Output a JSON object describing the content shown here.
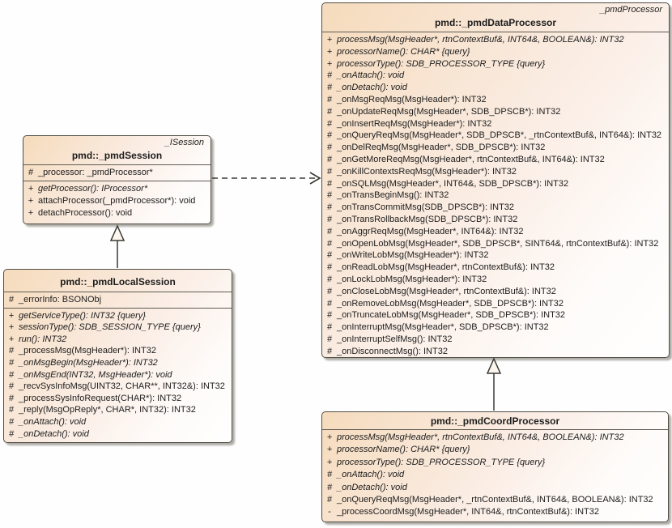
{
  "classes": {
    "dataProcessor": {
      "parent_label": "_pmdProcessor",
      "title": "pmd::_pmdDataProcessor",
      "attributes": [],
      "operations": [
        {
          "vis": "+",
          "text": "processMsg(MsgHeader*, rtnContextBuf&, INT64&, BOOLEAN&): INT32",
          "italic": true
        },
        {
          "vis": "+",
          "text": "processorName(): CHAR* {query}",
          "italic": true
        },
        {
          "vis": "+",
          "text": "processorType(): SDB_PROCESSOR_TYPE {query}",
          "italic": true
        },
        {
          "vis": "#",
          "text": "_onAttach(): void",
          "italic": true
        },
        {
          "vis": "#",
          "text": "_onDetach(): void",
          "italic": true
        },
        {
          "vis": "#",
          "text": "_onMsgReqMsg(MsgHeader*): INT32",
          "italic": false
        },
        {
          "vis": "#",
          "text": "_onUpdateReqMsg(MsgHeader*, SDB_DPSCB*): INT32",
          "italic": false
        },
        {
          "vis": "#",
          "text": "_onInsertReqMsg(MsgHeader*): INT32",
          "italic": false
        },
        {
          "vis": "#",
          "text": "_onQueryReqMsg(MsgHeader*, SDB_DPSCB*, _rtnContextBuf&, INT64&): INT32",
          "italic": false
        },
        {
          "vis": "#",
          "text": "_onDelReqMsg(MsgHeader*, SDB_DPSCB*): INT32",
          "italic": false
        },
        {
          "vis": "#",
          "text": "_onGetMoreReqMsg(MsgHeader*, rtnContextBuf&, INT64&): INT32",
          "italic": false
        },
        {
          "vis": "#",
          "text": "_onKillContextsReqMsg(MsgHeader*): INT32",
          "italic": false
        },
        {
          "vis": "#",
          "text": "_onSQLMsg(MsgHeader*, INT64&, SDB_DPSCB*): INT32",
          "italic": false
        },
        {
          "vis": "#",
          "text": "_onTransBeginMsg(): INT32",
          "italic": false
        },
        {
          "vis": "#",
          "text": "_onTransCommitMsg(SDB_DPSCB*): INT32",
          "italic": false
        },
        {
          "vis": "#",
          "text": "_onTransRollbackMsg(SDB_DPSCB*): INT32",
          "italic": false
        },
        {
          "vis": "#",
          "text": "_onAggrReqMsg(MsgHeader*, INT64&): INT32",
          "italic": false
        },
        {
          "vis": "#",
          "text": "_onOpenLobMsg(MsgHeader*, SDB_DPSCB*, SINT64&, rtnContextBuf&): INT32",
          "italic": false
        },
        {
          "vis": "#",
          "text": "_onWriteLobMsg(MsgHeader*): INT32",
          "italic": false
        },
        {
          "vis": "#",
          "text": "_onReadLobMsg(MsgHeader*, rtnContextBuf&): INT32",
          "italic": false
        },
        {
          "vis": "#",
          "text": "_onLockLobMsg(MsgHeader*): INT32",
          "italic": false
        },
        {
          "vis": "#",
          "text": "_onCloseLobMsg(MsgHeader*, rtnContextBuf&): INT32",
          "italic": false
        },
        {
          "vis": "#",
          "text": "_onRemoveLobMsg(MsgHeader*, SDB_DPSCB*): INT32",
          "italic": false
        },
        {
          "vis": "#",
          "text": "_onTruncateLobMsg(MsgHeader*, SDB_DPSCB*): INT32",
          "italic": false
        },
        {
          "vis": "#",
          "text": "_onInterruptMsg(MsgHeader*, SDB_DPSCB*): INT32",
          "italic": false
        },
        {
          "vis": "#",
          "text": "_onInterruptSelfMsg(): INT32",
          "italic": false
        },
        {
          "vis": "#",
          "text": "_onDisconnectMsg(): INT32",
          "italic": false
        }
      ]
    },
    "session": {
      "parent_label": "_ISession",
      "title": "pmd::_pmdSession",
      "attributes": [
        {
          "vis": "#",
          "text": "_processor: _pmdProcessor*",
          "italic": false
        }
      ],
      "operations": [
        {
          "vis": "+",
          "text": "getProcessor(): IProcessor*",
          "italic": true
        },
        {
          "vis": "+",
          "text": "attachProcessor(_pmdProcessor*): void",
          "italic": false
        },
        {
          "vis": "+",
          "text": "detachProcessor(): void",
          "italic": false
        }
      ]
    },
    "localSession": {
      "parent_label": "",
      "title": "pmd::_pmdLocalSession",
      "attributes": [
        {
          "vis": "#",
          "text": "_errorInfo: BSONObj",
          "italic": false
        }
      ],
      "operations": [
        {
          "vis": "+",
          "text": "getServiceType(): INT32 {query}",
          "italic": true
        },
        {
          "vis": "+",
          "text": "sessionType(): SDB_SESSION_TYPE {query}",
          "italic": true
        },
        {
          "vis": "+",
          "text": "run(): INT32",
          "italic": true
        },
        {
          "vis": "#",
          "text": "_processMsg(MsgHeader*): INT32",
          "italic": false
        },
        {
          "vis": "#",
          "text": "_onMsgBegin(MsgHeader*): INT32",
          "italic": true
        },
        {
          "vis": "#",
          "text": "_onMsgEnd(INT32, MsgHeader*): void",
          "italic": true
        },
        {
          "vis": "#",
          "text": "_recvSysInfoMsg(UINT32, CHAR**, INT32&): INT32",
          "italic": false
        },
        {
          "vis": "#",
          "text": "_processSysInfoRequest(CHAR*): INT32",
          "italic": false
        },
        {
          "vis": "#",
          "text": "_reply(MsgOpReply*, CHAR*, INT32): INT32",
          "italic": false
        },
        {
          "vis": "#",
          "text": "_onAttach(): void",
          "italic": true
        },
        {
          "vis": "#",
          "text": "_onDetach(): void",
          "italic": true
        }
      ]
    },
    "coordProcessor": {
      "parent_label": "",
      "title": "pmd::_pmdCoordProcessor",
      "attributes": [],
      "operations": [
        {
          "vis": "+",
          "text": "processMsg(MsgHeader*, rtnContextBuf&, INT64&, BOOLEAN&): INT32",
          "italic": true
        },
        {
          "vis": "+",
          "text": "processorName(): CHAR* {query}",
          "italic": true
        },
        {
          "vis": "+",
          "text": "processorType(): SDB_PROCESSOR_TYPE {query}",
          "italic": true
        },
        {
          "vis": "#",
          "text": "_onAttach(): void",
          "italic": true
        },
        {
          "vis": "#",
          "text": "_onDetach(): void",
          "italic": true
        },
        {
          "vis": "#",
          "text": "_onQueryReqMsg(MsgHeader*, _rtnContextBuf&, INT64&, BOOLEAN&): INT32",
          "italic": false
        },
        {
          "vis": "-",
          "text": "_processCoordMsg(MsgHeader*, INT64&, rtnContextBuf&): INT32",
          "italic": false
        }
      ]
    }
  },
  "relations": [
    {
      "type": "dependency",
      "from": "pmd::_pmdSession",
      "to": "pmd::_pmdDataProcessor"
    },
    {
      "type": "generalization",
      "from": "pmd::_pmdLocalSession",
      "to": "pmd::_pmdSession"
    },
    {
      "type": "generalization",
      "from": "pmd::_pmdCoordProcessor",
      "to": "pmd::_pmdDataProcessor"
    }
  ],
  "colors": {
    "box_fill_top": "#f6dbbc",
    "box_fill_bottom": "#ffffff",
    "border": "#504d45",
    "text": "#1d1d1d",
    "connector": "#3a3833"
  }
}
